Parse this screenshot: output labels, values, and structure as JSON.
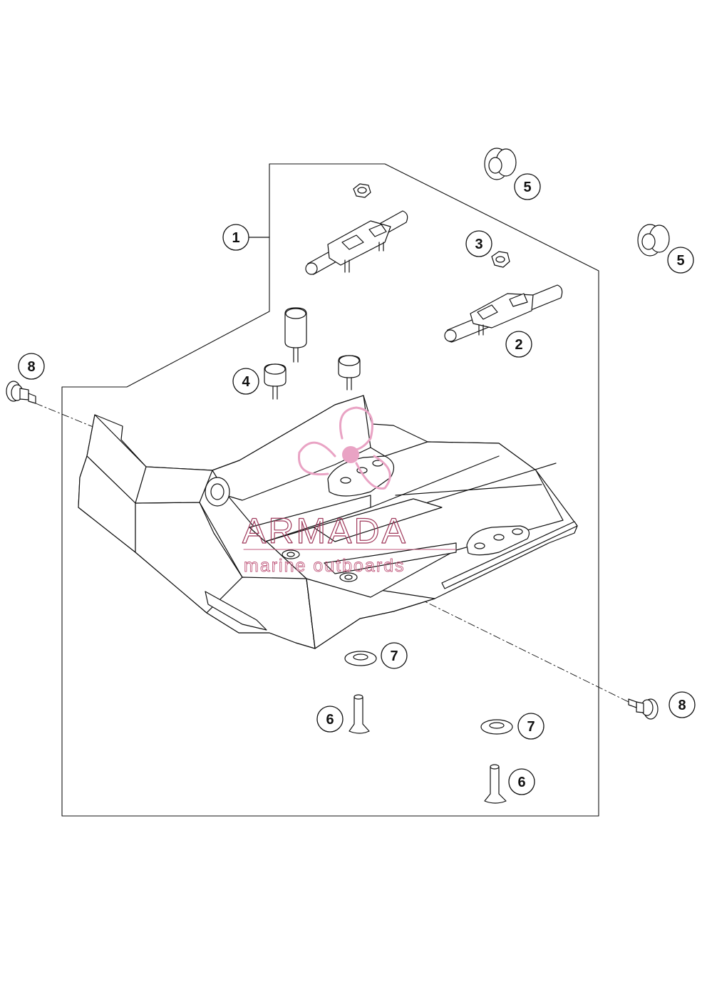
{
  "diagram": {
    "callouts": [
      {
        "id": "c1",
        "label": "1"
      },
      {
        "id": "c2",
        "label": "2"
      },
      {
        "id": "c3",
        "label": "3"
      },
      {
        "id": "c4",
        "label": "4"
      },
      {
        "id": "c5a",
        "label": "5"
      },
      {
        "id": "c5b",
        "label": "5"
      },
      {
        "id": "c6a",
        "label": "6"
      },
      {
        "id": "c6b",
        "label": "6"
      },
      {
        "id": "c7a",
        "label": "7"
      },
      {
        "id": "c7b",
        "label": "7"
      },
      {
        "id": "c8a",
        "label": "8"
      },
      {
        "id": "c8b",
        "label": "8"
      }
    ]
  },
  "watermark": {
    "brand": "ARMADA",
    "tagline": "marine outboards",
    "accent_color": "#e9a3c4",
    "logo_icon": "propeller-logo-icon"
  }
}
